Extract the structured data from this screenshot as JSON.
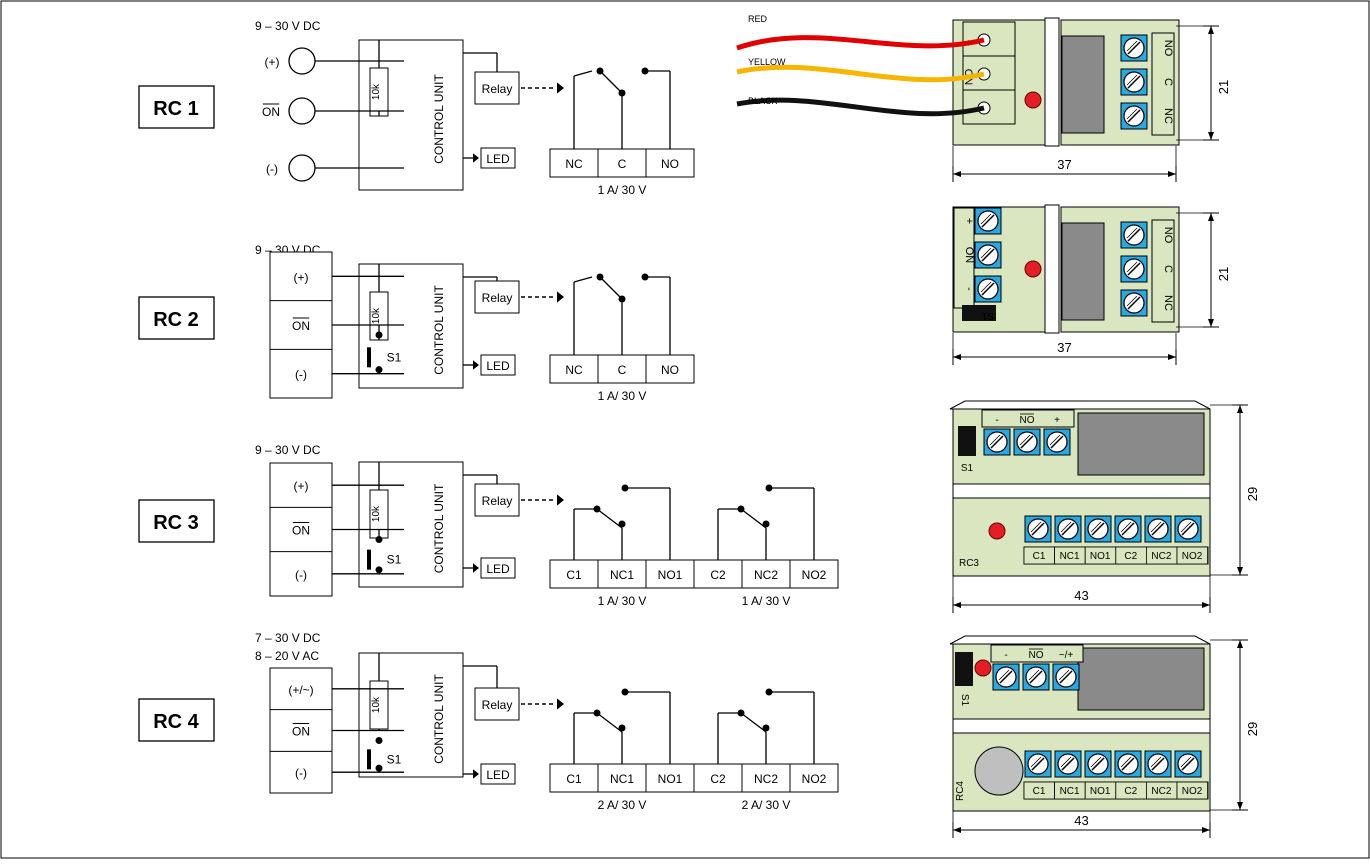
{
  "rows": [
    {
      "id": "rc1",
      "name": "RC 1",
      "supply": [
        "9 – 30 V DC"
      ],
      "inputs": [
        "(+)",
        "ON",
        "(-)"
      ],
      "resistor": "10k",
      "control_unit": "CONTROL UNIT",
      "relay": "Relay",
      "led": "LED",
      "contacts": [
        "NC",
        "C",
        "NO"
      ],
      "ratings": [
        "1 A/ 30 V"
      ],
      "board": {
        "wires": [
          "RED",
          "YELLOW",
          "BLACK"
        ],
        "left_labels": [
          "+",
          "ON",
          "-"
        ],
        "right_labels": [
          "NO",
          "C",
          "NC"
        ],
        "width": "37",
        "height": "21"
      }
    },
    {
      "id": "rc2",
      "name": "RC 2",
      "supply": [
        "9 – 30 V DC"
      ],
      "inputs": [
        "(+)",
        "ON",
        "(-)"
      ],
      "resistor": "10k",
      "switch": "S1",
      "control_unit": "CONTROL UNIT",
      "relay": "Relay",
      "led": "LED",
      "contacts": [
        "NC",
        "C",
        "NO"
      ],
      "ratings": [
        "1 A/ 30 V"
      ],
      "board": {
        "left_labels": [
          "+",
          "ON",
          "-"
        ],
        "right_labels": [
          "NO",
          "C",
          "NC"
        ],
        "jumper": "S1",
        "width": "37",
        "height": "21"
      }
    },
    {
      "id": "rc3",
      "name": "RC 3",
      "supply": [
        "9 – 30 V DC"
      ],
      "inputs": [
        "(+)",
        "ON",
        "(-)"
      ],
      "resistor": "10k",
      "switch": "S1",
      "control_unit": "CONTROL UNIT",
      "relay": "Relay",
      "led": "LED",
      "contacts": [
        "C1",
        "NC1",
        "NO1",
        "C2",
        "NC2",
        "NO2"
      ],
      "ratings": [
        "1 A/ 30 V",
        "1 A/ 30 V"
      ],
      "board": {
        "top_labels": [
          "-",
          "NO",
          "+"
        ],
        "bottom_labels": [
          "C1",
          "NC1",
          "NO1",
          "C2",
          "NC2",
          "NO2"
        ],
        "jumper": "S1",
        "model": "RC3",
        "width": "43",
        "height": "29"
      }
    },
    {
      "id": "rc4",
      "name": "RC 4",
      "supply": [
        "7 – 30 V DC",
        "8 – 20 V AC"
      ],
      "inputs": [
        "(+/~)",
        "ON",
        "(-)"
      ],
      "resistor": "10k",
      "switch": "S1",
      "control_unit": "CONTROL UNIT",
      "relay": "Relay",
      "led": "LED",
      "contacts": [
        "C1",
        "NC1",
        "NO1",
        "C2",
        "NC2",
        "NO2"
      ],
      "ratings": [
        "2 A/ 30 V",
        "2 A/ 30 V"
      ],
      "board": {
        "top_labels": [
          "-",
          "NO",
          "~/+"
        ],
        "bottom_labels": [
          "C1",
          "NC1",
          "NO1",
          "C2",
          "NC2",
          "NO2"
        ],
        "jumper": "S1",
        "model": "RC4",
        "width": "43",
        "height": "29"
      }
    }
  ],
  "colors": {
    "board": "#d9e6bf",
    "terminal": "#29a9e1",
    "relay_body": "#8a8a8a",
    "led": "#e31e24",
    "wire_red": "#e00000",
    "wire_yellow": "#f7b500",
    "wire_black": "#111111"
  }
}
